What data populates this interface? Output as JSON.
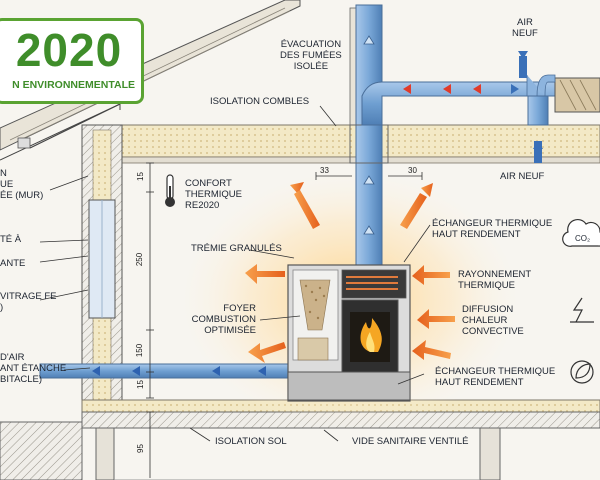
{
  "badge": {
    "year": "2020",
    "subtitle": "N ENVIRONNEMENTALE"
  },
  "labels": {
    "flue": "ÉVACUATION\nDES FUMÉES\nISOLÉE",
    "air_neuf_top": "AIR\nNEUF",
    "isolation_combles": "ISOLATION COMBLES",
    "air_neuf_right": "AIR NEUF",
    "confort": "CONFORT\nTHERMIQUE\nRE2020",
    "echangeur_top": "ÉCHANGEUR THERMIQUE\nHAUT RENDEMENT",
    "tremie": "TRÉMIE GRANULÉS",
    "rayonnement": "RAYONNEMENT\nTHERMIQUE",
    "foyer": "FOYER\nCOMBUSTION\nOPTIMISÉE",
    "diffusion": "DIFFUSION\nCHALEUR\nCONVECTIVE",
    "echangeur_bottom": "ÉCHANGEUR THERMIQUE\nHAUT RENDEMENT",
    "isolation_sol": "ISOLATION SOL",
    "vide_sanitaire": "VIDE SANITAIRE VENTILÉ",
    "left_1": "N\nUE\nÉE (MUR)",
    "left_2": "TÉ À",
    "left_3": "ANTE",
    "left_4": "VITRAGE FE\n)",
    "left_5": "D'AIR\nANT ÉTANCHE\nBITACLE)"
  },
  "dimensions": {
    "d15_top": "15",
    "d250": "250",
    "d150": "150",
    "d15_bottom": "15",
    "d95": "95",
    "d33": "33",
    "d30": "30"
  },
  "icons": {
    "co2": "CO₂",
    "thermometer": "thermometer-icon",
    "lightning": "lightning-icon",
    "leaf": "leaf-icon"
  },
  "colors": {
    "badge_green": "#3f8d2a",
    "duct_blue": "#6f9fd1",
    "heat_orange": "#f07a28",
    "flame": "#f5a623",
    "insulation": "#f1e6bf"
  }
}
